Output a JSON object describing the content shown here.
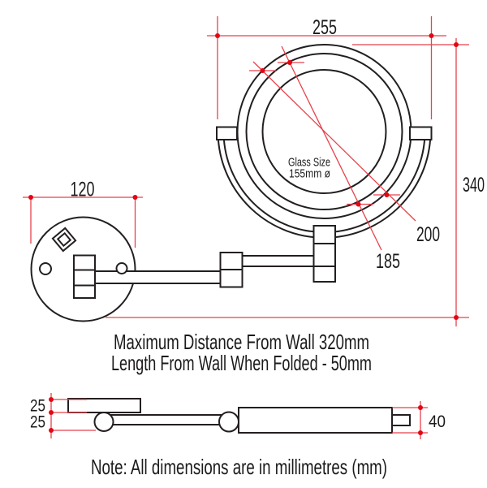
{
  "colors": {
    "background": "#ffffff",
    "line_black": "#231f20",
    "dimension_red": "#e8414b",
    "dot_red": "#e30613",
    "text_dark": "#1c1a1b"
  },
  "front_view": {
    "dim_overall_width": "255",
    "dim_overall_height": "340",
    "dim_wall_plate_width": "120",
    "dim_outer_ring": "200",
    "dim_inner_ring": "185",
    "glass_label_line1": "Glass Size",
    "glass_label_line2": "155mm ø"
  },
  "side_view": {
    "dim_plate_thickness": "25",
    "dim_hinge_drop": "25",
    "dim_folded_height": "40"
  },
  "captions": {
    "max_distance": "Maximum Distance From Wall 320mm",
    "folded_length": "Length From Wall When Folded - 50mm",
    "note": "Note: All dimensions are in millimetres (mm)"
  }
}
